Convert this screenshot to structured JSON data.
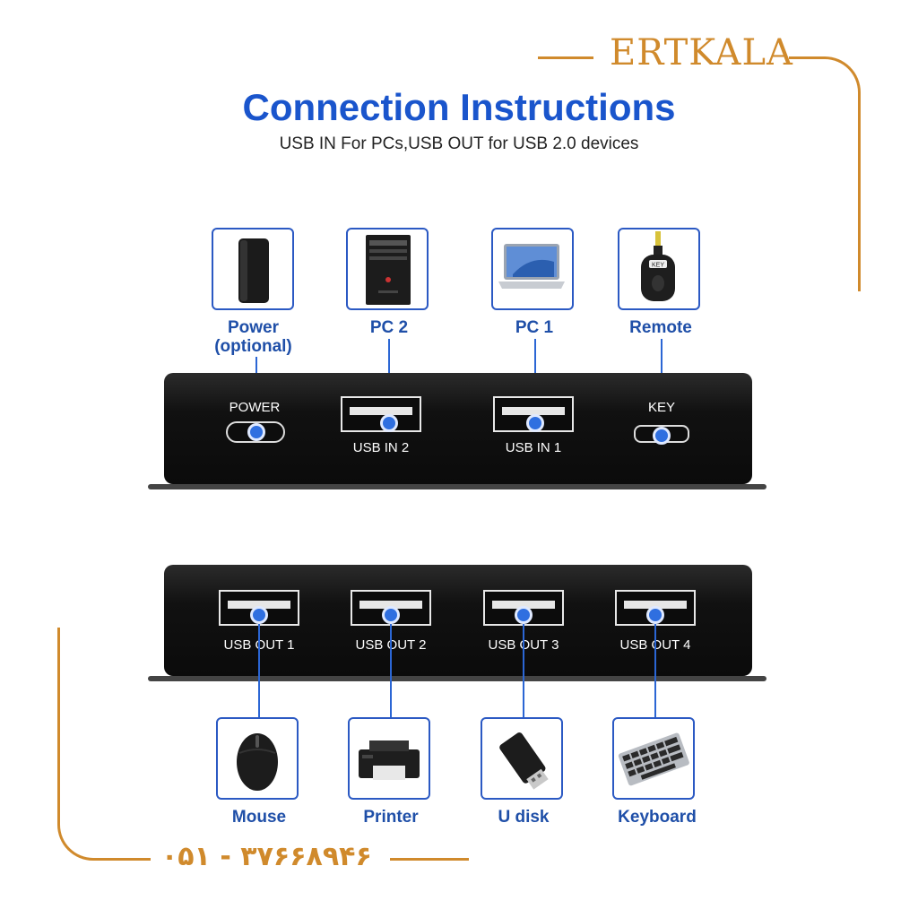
{
  "brand": {
    "name": "ERTKALA",
    "phone": "۰۵۱ - ۳۷۶۶۸۹۴۶",
    "accent_color": "#d08a2c"
  },
  "header": {
    "title": "Connection Instructions",
    "subtitle": "USB IN For PCs,USB OUT for USB 2.0 devices",
    "title_color": "#1a55cc"
  },
  "inputs": [
    {
      "label": "Power\n(optional)",
      "icon": "power-bank-icon"
    },
    {
      "label": "PC 2",
      "icon": "desktop-tower-icon"
    },
    {
      "label": "PC 1",
      "icon": "laptop-icon"
    },
    {
      "label": "Remote",
      "icon": "remote-key-icon"
    }
  ],
  "top_ports": {
    "power": "POWER",
    "usb_in_2": "USB IN 2",
    "usb_in_1": "USB IN 1",
    "key": "KEY"
  },
  "bottom_ports": [
    "USB OUT 1",
    "USB OUT 2",
    "USB OUT 3",
    "USB OUT 4"
  ],
  "outputs": [
    {
      "label": "Mouse",
      "icon": "mouse-icon"
    },
    {
      "label": "Printer",
      "icon": "printer-icon"
    },
    {
      "label": "U disk",
      "icon": "usb-drive-icon"
    },
    {
      "label": "Keyboard",
      "icon": "keyboard-icon"
    }
  ]
}
